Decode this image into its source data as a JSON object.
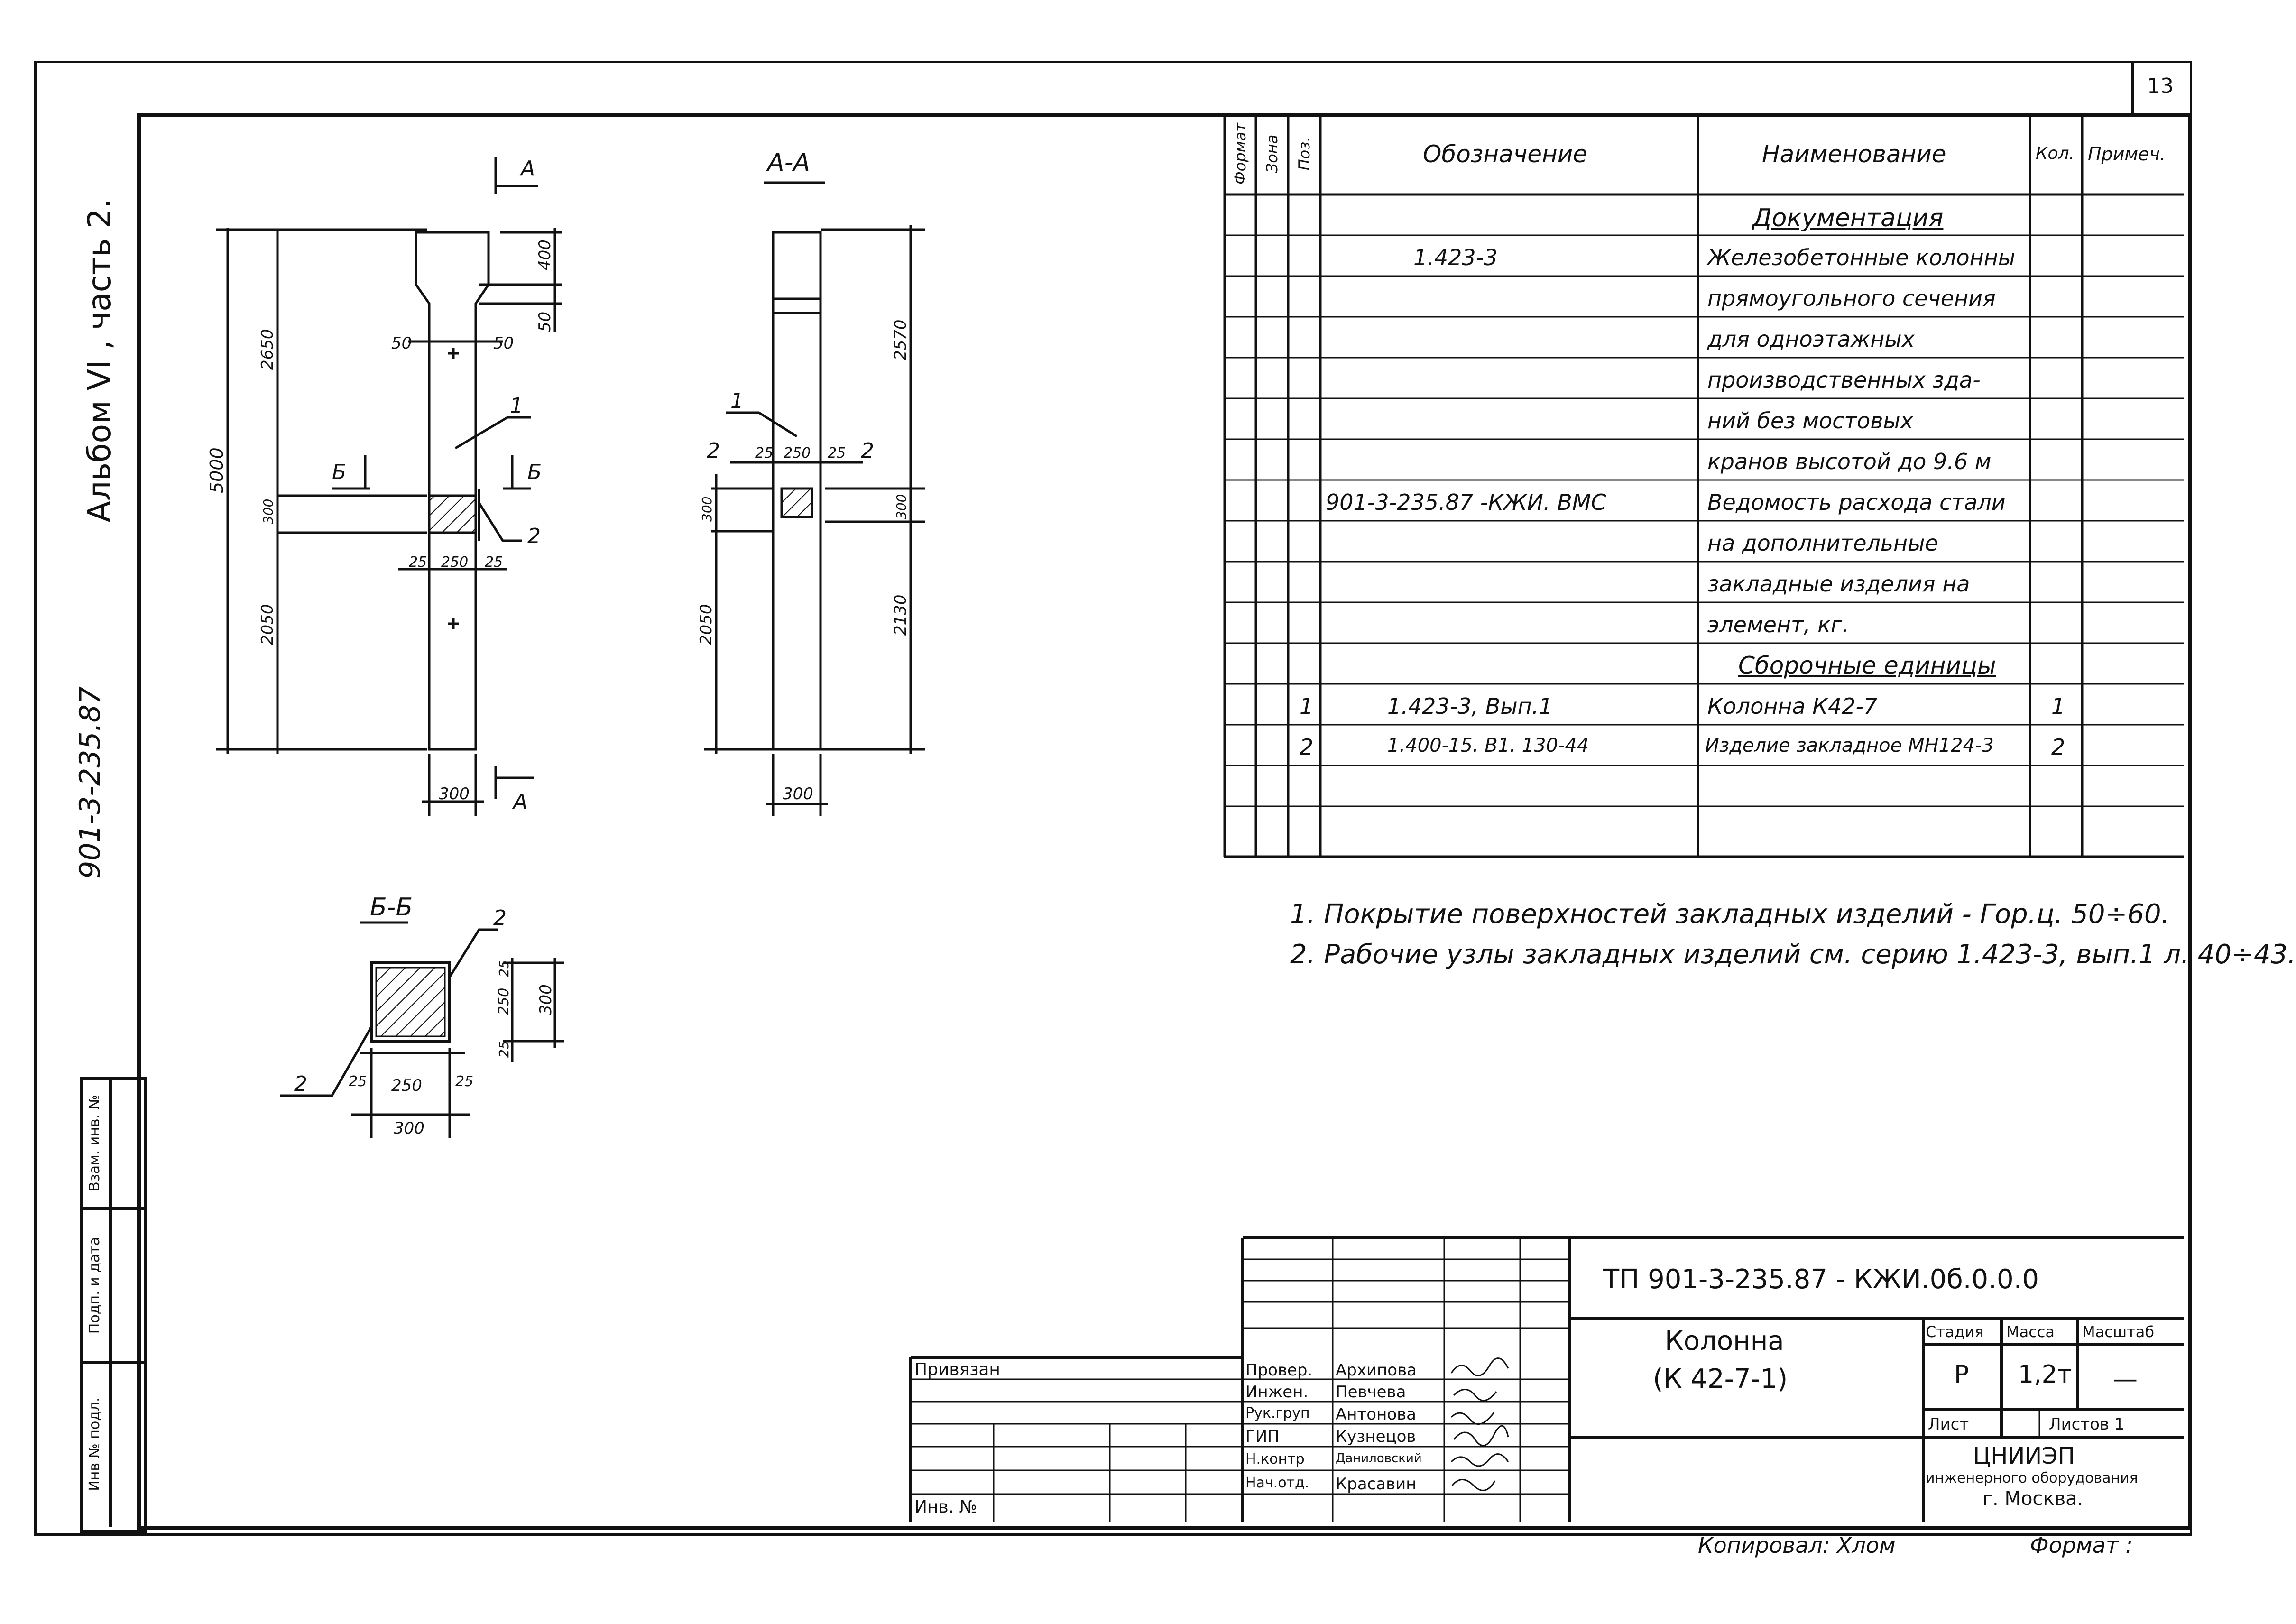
{
  "sheet_number": "13",
  "album": {
    "label": "Альбом VI , часть 2.",
    "code": "901-3-235.87"
  },
  "side_stamp": {
    "cells": [
      "Инв № подл.",
      "Подп. и дата",
      "Взам. инв. №"
    ]
  },
  "drawing": {
    "cut_marker_A": "А",
    "section_AA_title": "А-А",
    "section_BB_title": "Б-Б",
    "cut_marker_B": "Б",
    "elevation_dims": {
      "total": "5000",
      "upper": "2650",
      "lower": "2050",
      "head": "400",
      "step": "50",
      "shoulder_left": "50",
      "shoulder_right": "50",
      "plate": "300",
      "w_left": "25",
      "w_mid": "250",
      "w_right": "25",
      "width": "300",
      "pos1": "1",
      "pos2": "2"
    },
    "aa_dims": {
      "upper": "2570",
      "lower": "2130",
      "lower_left": "2050",
      "plate_left": "300",
      "plate_right": "300",
      "d25a": "25",
      "d250": "250",
      "d25b": "25",
      "width": "300",
      "pos1": "1",
      "pos2a": "2",
      "pos2b": "2"
    },
    "bb_dims": {
      "h25a": "25",
      "h250": "250",
      "h25b": "25",
      "h300": "300",
      "w25a": "25",
      "w250": "250",
      "w25b": "25",
      "w300": "300",
      "pos2a": "2",
      "pos2b": "2"
    }
  },
  "spec_table": {
    "headers": [
      "Формат",
      "Зона",
      "Поз.",
      "Обозначение",
      "Наименование",
      "Кол.",
      "Примеч."
    ],
    "rows": [
      {
        "pos": "",
        "designation": "",
        "name": "Документация",
        "qty": "",
        "section": true
      },
      {
        "pos": "",
        "designation": "1.423-3",
        "name": "Железобетонные колонны",
        "qty": ""
      },
      {
        "pos": "",
        "designation": "",
        "name": "прямоугольного сечения",
        "qty": ""
      },
      {
        "pos": "",
        "designation": "",
        "name": "для одноэтажных",
        "qty": ""
      },
      {
        "pos": "",
        "designation": "",
        "name": "производственных зда-",
        "qty": ""
      },
      {
        "pos": "",
        "designation": "",
        "name": "ний без мостовых",
        "qty": ""
      },
      {
        "pos": "",
        "designation": "",
        "name": "кранов высотой до 9.6 м",
        "qty": ""
      },
      {
        "pos": "",
        "designation": "901-3-235.87 -КЖИ. ВМС",
        "name": "Ведомость расхода стали",
        "qty": ""
      },
      {
        "pos": "",
        "designation": "",
        "name": "на дополнительные",
        "qty": ""
      },
      {
        "pos": "",
        "designation": "",
        "name": "закладные изделия на",
        "qty": ""
      },
      {
        "pos": "",
        "designation": "",
        "name": "элемент, кг.",
        "qty": ""
      },
      {
        "pos": "",
        "designation": "",
        "name": "Сборочные единицы",
        "qty": "",
        "section": true
      },
      {
        "pos": "1",
        "designation": "1.423-3, Вып.1",
        "name": "Колонна К42-7",
        "qty": "1"
      },
      {
        "pos": "2",
        "designation": "1.400-15. В1. 130-44",
        "name": "Изделие закладное МН124-3",
        "qty": "2"
      },
      {
        "pos": "",
        "designation": "",
        "name": "",
        "qty": ""
      },
      {
        "pos": "",
        "designation": "",
        "name": "",
        "qty": ""
      }
    ]
  },
  "notes": [
    "1. Покрытие поверхностей закладных изделий - Гор.ц. 50÷60.",
    "2. Рабочие узлы закладных изделий см. серию 1.423-3, вып.1 л. 40÷43."
  ],
  "title_block": {
    "code": "ТП 901-3-235.87 - КЖИ.0б.0.0.0",
    "title_line1": "Колонна",
    "title_line2": "(К 42-7-1)",
    "stage_header": "Стадия",
    "mass_header": "Масса",
    "scale_header": "Масштаб",
    "stage": "Р",
    "mass": "1,2т",
    "scale": "—",
    "sheet_label": "Лист",
    "sheets_label": "Листов 1",
    "org_line1": "ЦНИИЭП",
    "org_line2": "инженерного оборудования",
    "org_line3": "г. Москва.",
    "privyazan": "Привязан",
    "inv_no": "Инв. №",
    "signers": [
      {
        "role": "Провер.",
        "name": "Архипова"
      },
      {
        "role": "Инжен.",
        "name": "Певчева"
      },
      {
        "role": "Рук.груп",
        "name": "Антонова"
      },
      {
        "role": "ГИП",
        "name": "Кузнецов"
      },
      {
        "role": "Н.контр",
        "name": "Даниловский"
      },
      {
        "role": "Нач.отд.",
        "name": "Красавин"
      }
    ]
  },
  "footer": {
    "copied": "Копировал: Хлом",
    "format": "Формат :"
  }
}
